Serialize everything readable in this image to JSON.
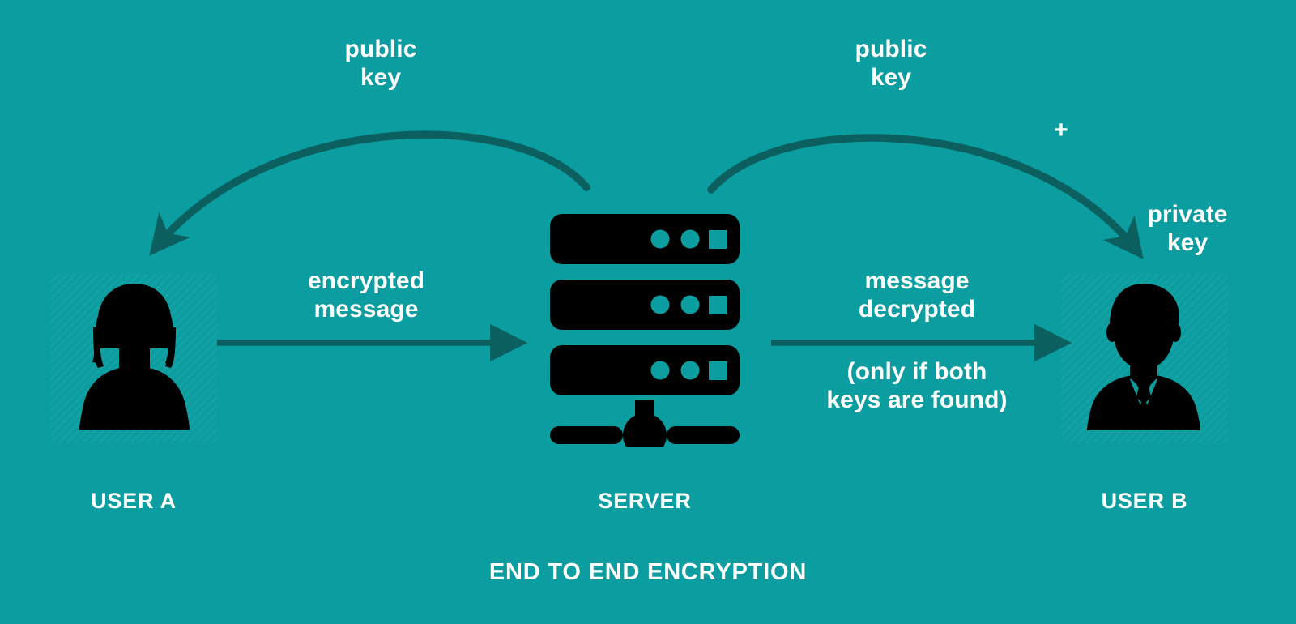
{
  "diagram": {
    "title": "END TO END ENCRYPTION",
    "background_color": "#0b9d9f",
    "silhouette_color": "#000000",
    "arrow_color": "#0b5f5f",
    "text_color": "#ffffff"
  },
  "labels": {
    "public_key_left": "public\nkey",
    "public_key_right": "public\nkey",
    "plus": "+",
    "private_key": "private\nkey",
    "encrypted_message": "encrypted\nmessage",
    "message_decrypted": "message\ndecrypted",
    "only_if_both_keys": "(only if both\nkeys are found)"
  },
  "nodes": [
    {
      "id": "user-a",
      "role_label": "USER A",
      "icon": "female-user-silhouette-icon"
    },
    {
      "id": "server",
      "role_label": "SERVER",
      "icon": "server-rack-icon"
    },
    {
      "id": "user-b",
      "role_label": "USER B",
      "icon": "male-user-silhouette-icon"
    }
  ],
  "arrows": [
    {
      "id": "public-key-to-user-a",
      "kind": "curved",
      "label": "public\nkey",
      "from": "server",
      "to": "user-a"
    },
    {
      "id": "public-key-to-user-b",
      "kind": "curved",
      "label": "public\nkey",
      "from": "server",
      "to": "user-b"
    },
    {
      "id": "encrypted-message-flow",
      "kind": "straight",
      "label": "encrypted\nmessage",
      "from": "user-a",
      "to": "server"
    },
    {
      "id": "message-decrypted-flow",
      "kind": "straight",
      "label": "message\ndecrypted",
      "from": "server",
      "to": "user-b"
    }
  ],
  "server_icon": {
    "rack_units": 3,
    "indicators_per_unit": [
      "circle",
      "circle",
      "square"
    ]
  }
}
